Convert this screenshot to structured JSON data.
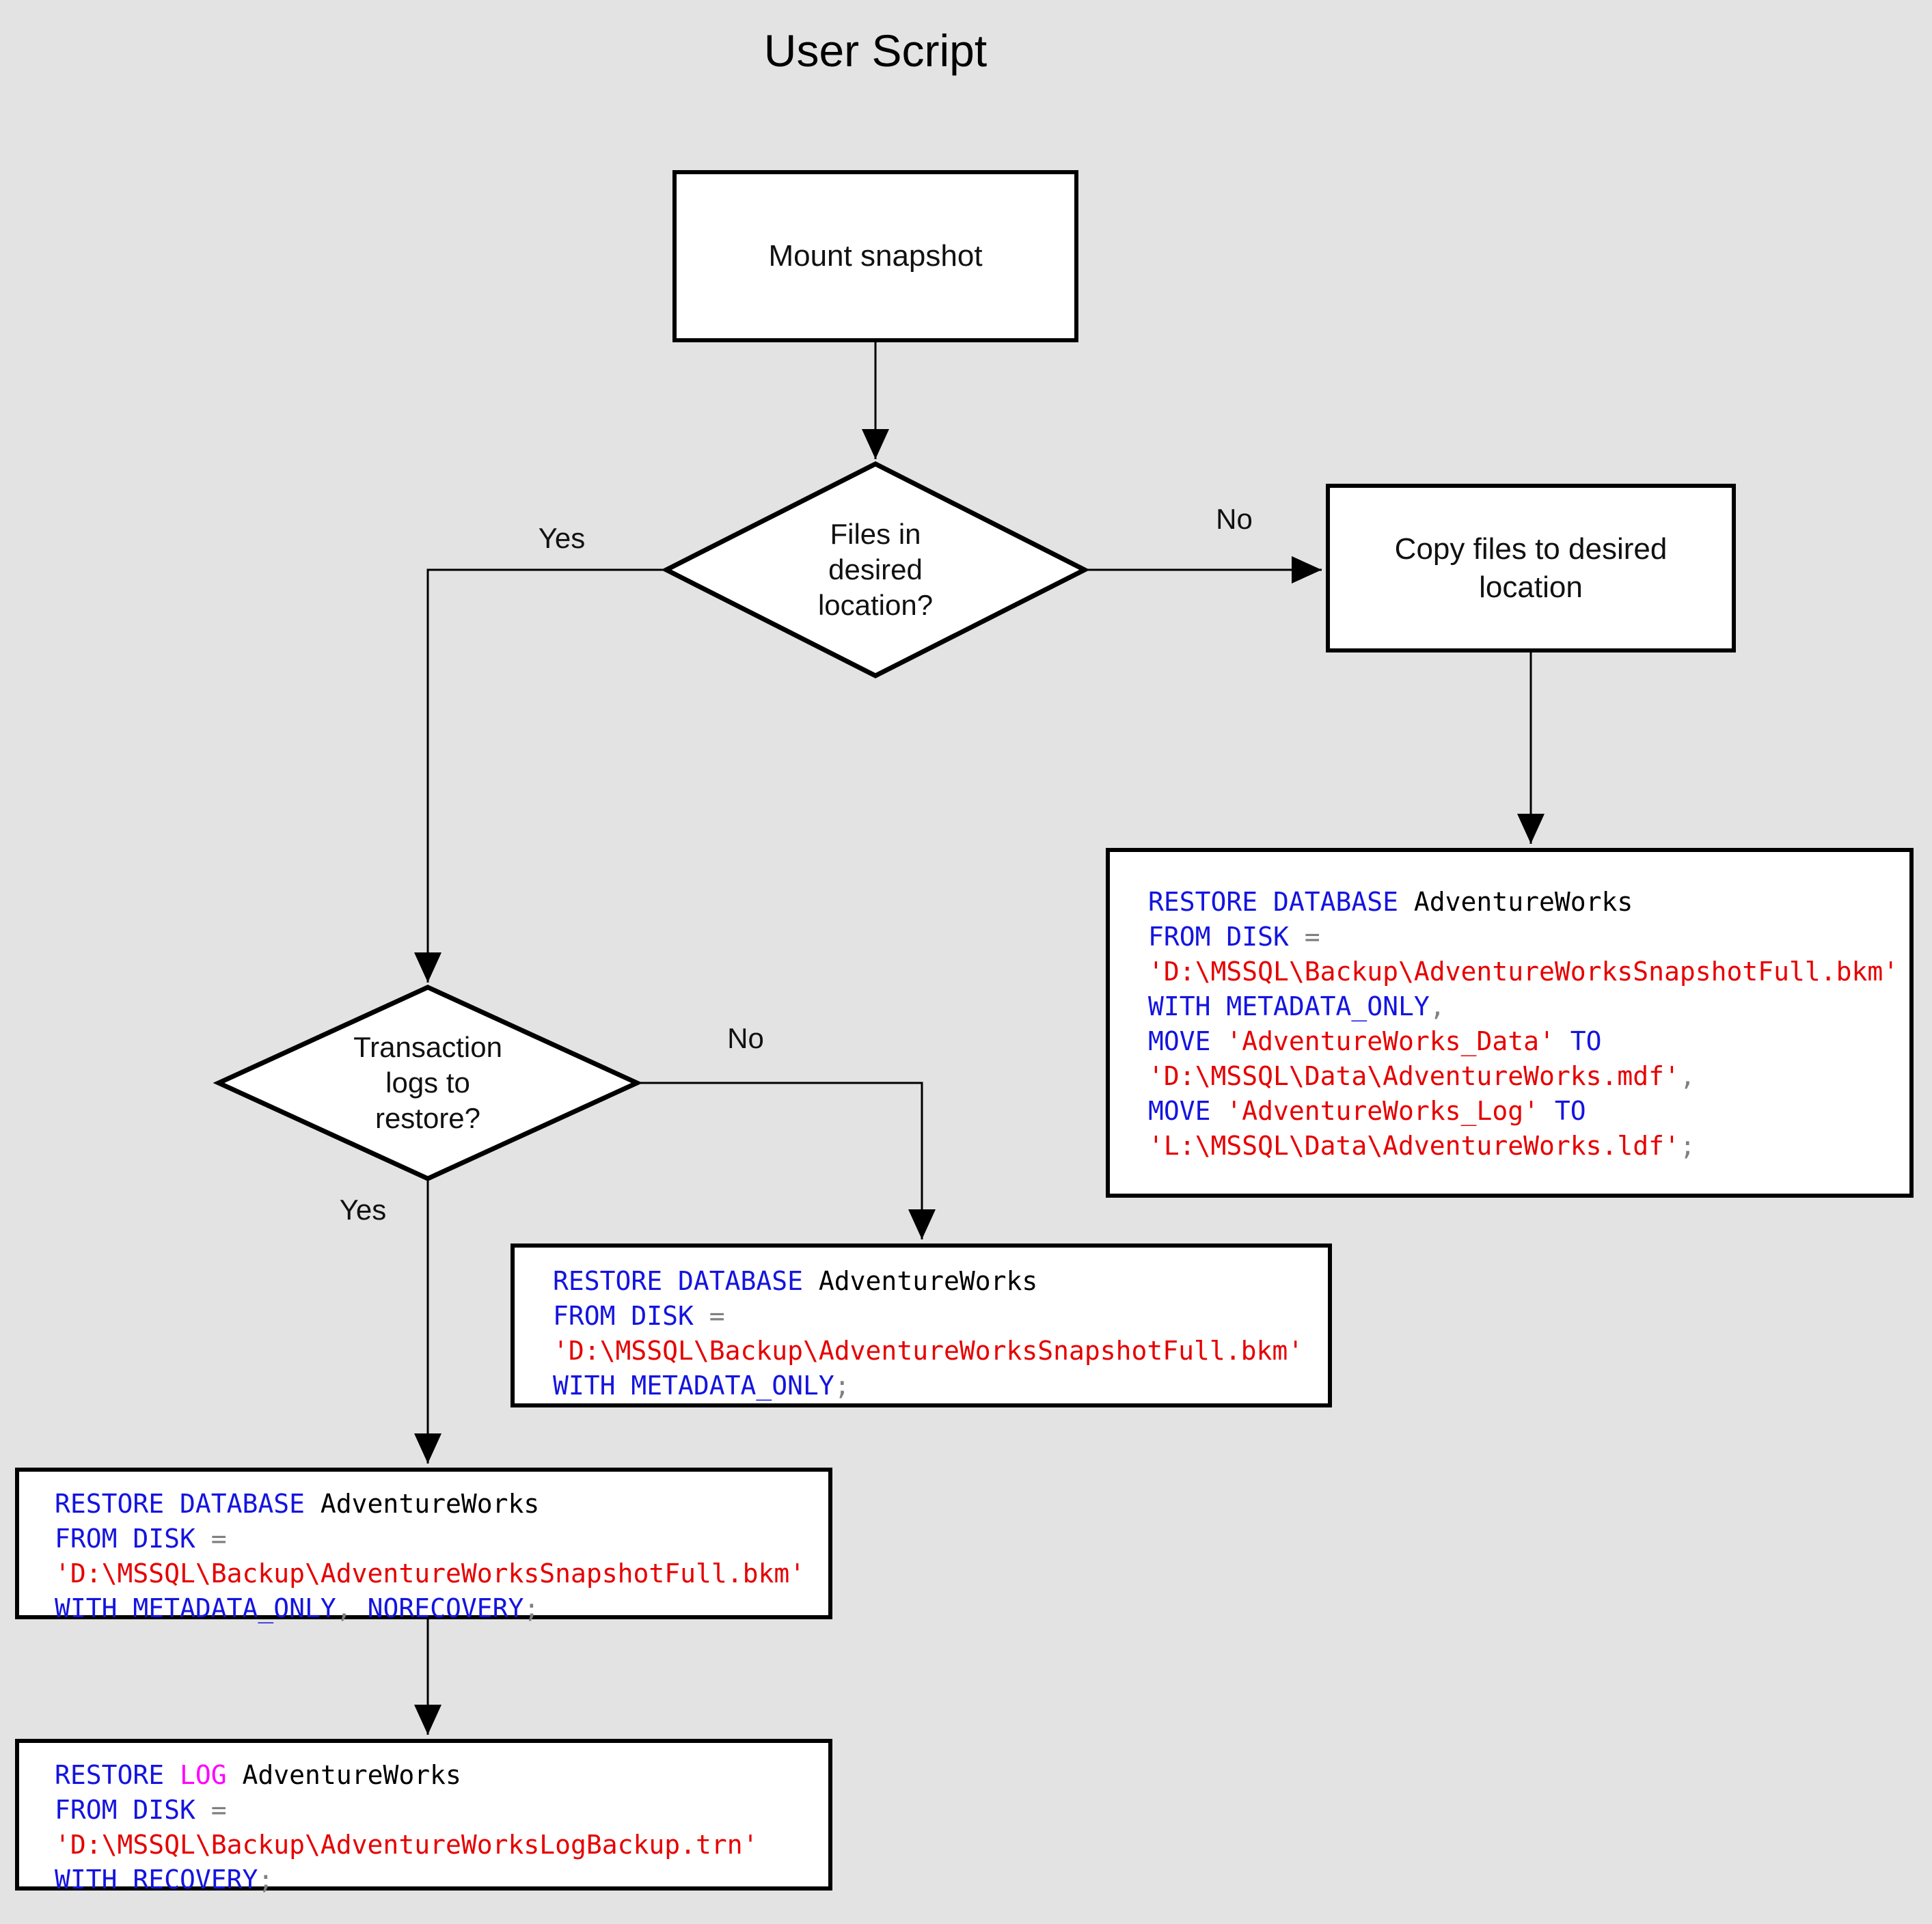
{
  "page": {
    "title": "User Script",
    "background_color": "#e3e3e3",
    "shape_fill": "#ffffff",
    "line_color": "#000000"
  },
  "colors": {
    "keyword": "#1414e0",
    "string": "#e60000",
    "operator": "#808080",
    "identifier": "#000000",
    "log": "#ff00ff"
  },
  "nodes": {
    "mount": {
      "label": "Mount snapshot"
    },
    "decision_files": {
      "lines": [
        "Files in",
        "desired",
        "location?"
      ]
    },
    "copy": {
      "lines": [
        "Copy files to desired",
        "location"
      ]
    },
    "decision_logs": {
      "lines": [
        "Transaction",
        "logs to",
        "restore?"
      ]
    }
  },
  "edge_labels": {
    "files_yes": "Yes",
    "files_no": "No",
    "logs_yes": "Yes",
    "logs_no": "No"
  },
  "code_boxes": {
    "restore_move": {
      "lines": [
        [
          {
            "t": "RESTORE DATABASE",
            "c": "keyword"
          },
          {
            "t": " AdventureWorks",
            "c": "identifier"
          }
        ],
        [
          {
            "t": "FROM DISK",
            "c": "keyword"
          },
          {
            "t": " =",
            "c": "operator"
          }
        ],
        [
          {
            "t": "'D:\\MSSQL\\Backup\\AdventureWorksSnapshotFull.bkm'",
            "c": "string"
          }
        ],
        [
          {
            "t": "WITH METADATA_ONLY",
            "c": "keyword"
          },
          {
            "t": ",",
            "c": "operator"
          }
        ],
        [
          {
            "t": "MOVE",
            "c": "keyword"
          },
          {
            "t": " 'AdventureWorks_Data'",
            "c": "string"
          },
          {
            "t": " TO",
            "c": "keyword"
          }
        ],
        [
          {
            "t": "'D:\\MSSQL\\Data\\AdventureWorks.mdf'",
            "c": "string"
          },
          {
            "t": ",",
            "c": "operator"
          }
        ],
        [
          {
            "t": "MOVE",
            "c": "keyword"
          },
          {
            "t": " 'AdventureWorks_Log'",
            "c": "string"
          },
          {
            "t": " TO",
            "c": "keyword"
          }
        ],
        [
          {
            "t": "'L:\\MSSQL\\Data\\AdventureWorks.ldf'",
            "c": "string"
          },
          {
            "t": ";",
            "c": "operator"
          }
        ]
      ]
    },
    "restore_metadata": {
      "lines": [
        [
          {
            "t": "RESTORE DATABASE",
            "c": "keyword"
          },
          {
            "t": " AdventureWorks",
            "c": "identifier"
          }
        ],
        [
          {
            "t": "FROM DISK",
            "c": "keyword"
          },
          {
            "t": " =",
            "c": "operator"
          }
        ],
        [
          {
            "t": "'D:\\MSSQL\\Backup\\AdventureWorksSnapshotFull.bkm'",
            "c": "string"
          }
        ],
        [
          {
            "t": "WITH METADATA_ONLY",
            "c": "keyword"
          },
          {
            "t": ";",
            "c": "operator"
          }
        ]
      ]
    },
    "restore_norecovery": {
      "lines": [
        [
          {
            "t": "RESTORE DATABASE",
            "c": "keyword"
          },
          {
            "t": " AdventureWorks",
            "c": "identifier"
          }
        ],
        [
          {
            "t": "FROM DISK",
            "c": "keyword"
          },
          {
            "t": " =",
            "c": "operator"
          }
        ],
        [
          {
            "t": "'D:\\MSSQL\\Backup\\AdventureWorksSnapshotFull.bkm'",
            "c": "string"
          }
        ],
        [
          {
            "t": "WITH METADATA_ONLY",
            "c": "keyword"
          },
          {
            "t": ",",
            "c": "operator"
          },
          {
            "t": " NORECOVERY",
            "c": "keyword"
          },
          {
            "t": ";",
            "c": "operator"
          }
        ]
      ]
    },
    "restore_log": {
      "lines": [
        [
          {
            "t": "RESTORE",
            "c": "keyword"
          },
          {
            "t": " LOG",
            "c": "log"
          },
          {
            "t": " AdventureWorks",
            "c": "identifier"
          }
        ],
        [
          {
            "t": "FROM DISK",
            "c": "keyword"
          },
          {
            "t": " =",
            "c": "operator"
          }
        ],
        [
          {
            "t": "'D:\\MSSQL\\Backup\\AdventureWorksLogBackup.trn'",
            "c": "string"
          }
        ],
        [
          {
            "t": "WITH RECOVERY",
            "c": "keyword"
          },
          {
            "t": ";",
            "c": "operator"
          }
        ]
      ]
    }
  }
}
